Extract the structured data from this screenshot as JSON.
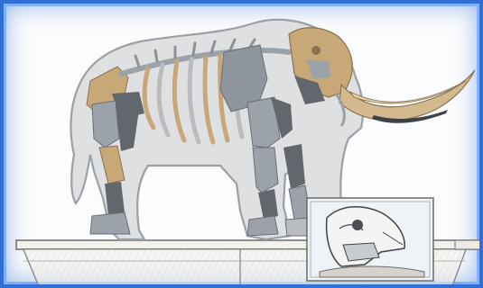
{
  "image": {
    "alt": "",
    "colors": {
      "frame": "#2f6fd6",
      "frame_glow": "#7db0ff",
      "silhouette": "#dfe0e2",
      "silhouette_edge": "#9aa0a7",
      "bone_fossil": "#c9a877",
      "bone_cast": "#9ca2a9",
      "bone_dark": "#62676e",
      "tusk_tip": "#3e4248",
      "base": "#f1eeea",
      "case_glass": "#eef3f7"
    },
    "icons": [
      "mammoth-skeleton",
      "display-plinth",
      "skull-display-case"
    ]
  }
}
